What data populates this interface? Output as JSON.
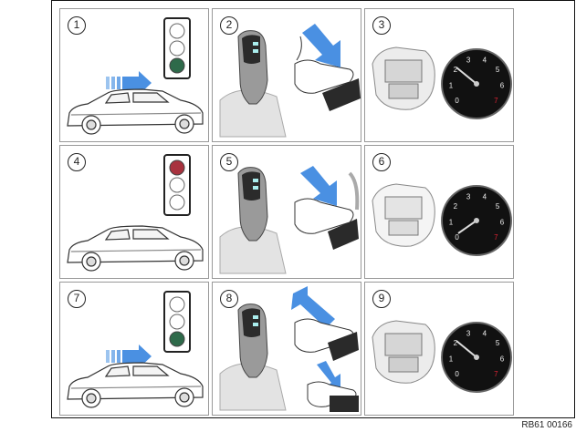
{
  "steps": [
    {
      "num": "1"
    },
    {
      "num": "2"
    },
    {
      "num": "3"
    },
    {
      "num": "4"
    },
    {
      "num": "5"
    },
    {
      "num": "6"
    },
    {
      "num": "7"
    },
    {
      "num": "8"
    },
    {
      "num": "9"
    }
  ],
  "figure_id": "RB61 00166",
  "gauge_ticks": [
    "0",
    "1",
    "2",
    "3",
    "4",
    "5",
    "6",
    "7"
  ],
  "colors": {
    "traffic_green": "#2e6a4a",
    "traffic_red": "#a8323e",
    "arrow_blue": "#4a90e2",
    "redline": "#d23"
  }
}
